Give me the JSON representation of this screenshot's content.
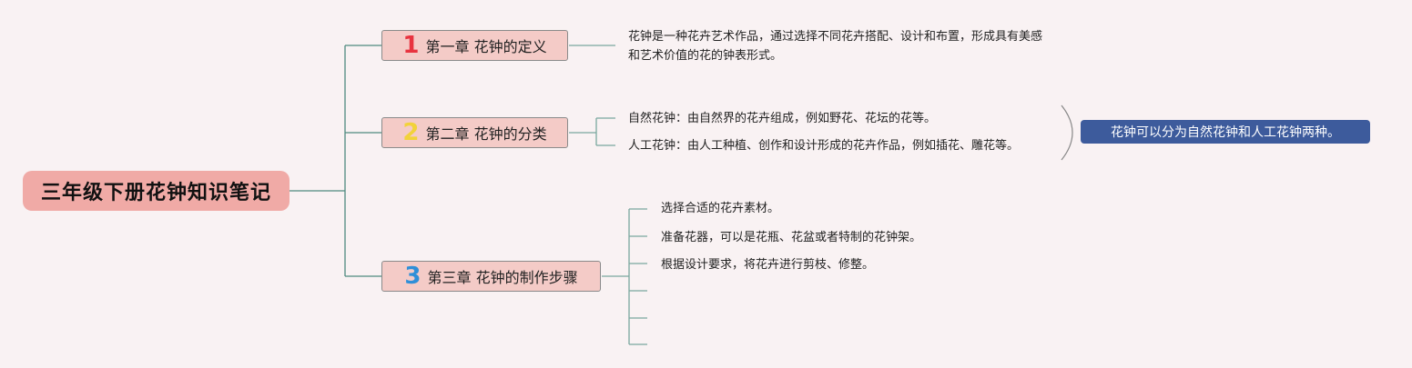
{
  "root": {
    "title": "三年级下册花钟知识笔记"
  },
  "chapters": [
    {
      "number": "1",
      "number_color": "#e8333f",
      "title": "第一章 花钟的定义",
      "details": [
        "花钟是一种花卉艺术作品，通过选择不同花卉搭配、设计和布置，形成具有美感",
        "和艺术价值的花的钟表形式。"
      ]
    },
    {
      "number": "2",
      "number_color": "#f2d23a",
      "title": "第二章 花钟的分类",
      "items": [
        "自然花钟：由自然界的花卉组成，例如野花、花坛的花等。",
        "人工花钟：由人工种植、创作和设计形成的花卉作品，例如插花、雕花等。"
      ],
      "summary": "花钟可以分为自然花钟和人工花钟两种。"
    },
    {
      "number": "3",
      "number_color": "#2f8fd8",
      "title": "第三章 花钟的制作步骤",
      "steps": [
        "选择合适的花卉素材。",
        "准备花器，可以是花瓶、花盆或者特制的花钟架。",
        "根据设计要求，将花卉进行剪枝、修整。",
        "",
        "",
        ""
      ]
    }
  ],
  "colors": {
    "background": "#f9f2f3",
    "root_fill": "#f0aaa6",
    "chapter_fill": "#f4cbc7",
    "connector": "#4e8a7f",
    "summary_fill": "#3d5b9c"
  }
}
